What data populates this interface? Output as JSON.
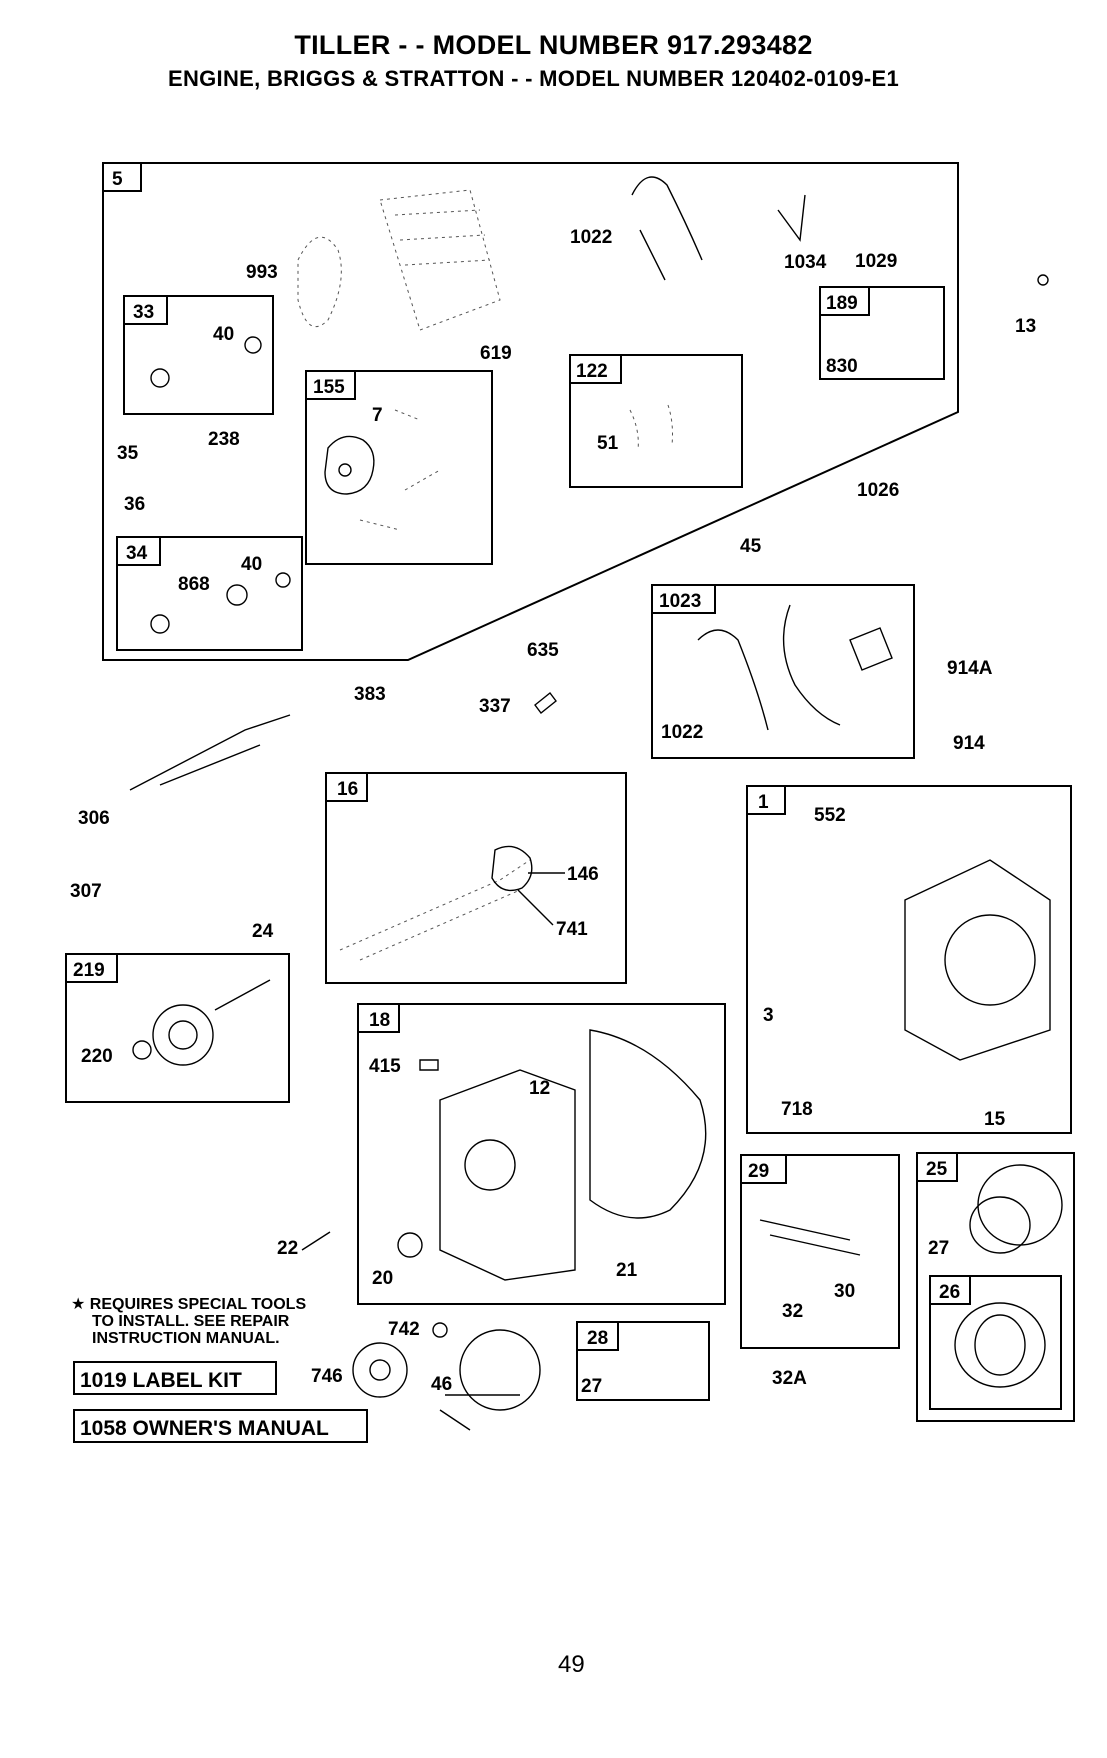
{
  "header": {
    "title": "TILLER - - MODEL NUMBER 917.293482",
    "subtitle": "ENGINE, BRIGGS & STRATTON - - MODEL NUMBER 120402-0109-E1"
  },
  "boxes": {
    "b5": "5",
    "b33": "33",
    "b34": "34",
    "b155": "155",
    "b122": "122",
    "b189": "189",
    "b1023": "1023",
    "b16": "16",
    "b1": "1",
    "b219": "219",
    "b18": "18",
    "b29": "29",
    "b25": "25",
    "b26": "26",
    "b28": "28"
  },
  "parts": {
    "p993": "993",
    "p1022a": "1022",
    "p1034": "1034",
    "p1029": "1029",
    "p13": "13",
    "p830": "830",
    "p40a": "40",
    "p619": "619",
    "p7": "7",
    "p51": "51",
    "p35": "35",
    "p238": "238",
    "p36": "36",
    "p1026": "1026",
    "p45": "45",
    "p868": "868",
    "p40b": "40",
    "p635": "635",
    "p914A": "914A",
    "p383": "383",
    "p337": "337",
    "p1022b": "1022",
    "p914": "914",
    "p306": "306",
    "p146": "146",
    "p741": "741",
    "p552": "552",
    "p307": "307",
    "p24": "24",
    "p220": "220",
    "p415": "415",
    "p12": "12",
    "p3": "3",
    "p718": "718",
    "p15": "15",
    "p22": "22",
    "p20": "20",
    "p21": "21",
    "p30": "30",
    "p32": "32",
    "p27a": "27",
    "p742": "742",
    "p746": "746",
    "p46": "46",
    "p27b": "27",
    "p32A": "32A"
  },
  "note": {
    "line1": "★ REQUIRES SPECIAL TOOLS",
    "line2": "TO INSTALL.  SEE REPAIR",
    "line3": "INSTRUCTION MANUAL."
  },
  "kits": {
    "label_kit": "1019 LABEL KIT",
    "owners_manual": "1058 OWNER'S MANUAL"
  },
  "page_number": "49"
}
